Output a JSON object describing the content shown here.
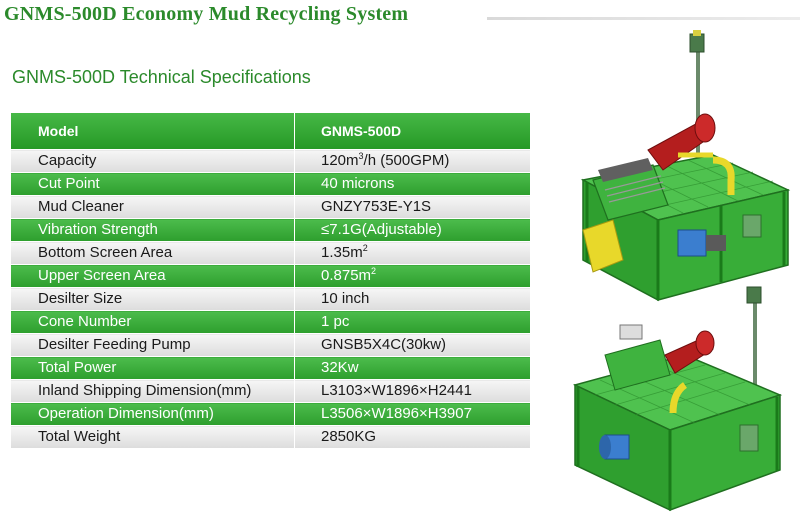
{
  "header": {
    "title": "GNMS-500D Economy Mud Recycling System",
    "subtitle": "GNMS-500D Technical Specifications"
  },
  "colors": {
    "brand_green": "#2b8a2b",
    "row_green": "#3aad3a",
    "row_grey": "#e8e8e8",
    "frame_green": "#1f8f1f",
    "tank_green": "#4fc24f",
    "hydrocyclone_red": "#b41e1e",
    "pipe_yellow": "#e8d82a",
    "motor_blue": "#3b7ecf"
  },
  "specs": {
    "header": {
      "label": "Model",
      "value": "GNMS-500D"
    },
    "rows": [
      {
        "label": "Capacity",
        "value": "120m",
        "sup": "3",
        "suffix": "/h (500GPM)"
      },
      {
        "label": "Cut Point",
        "value": "40 microns"
      },
      {
        "label": "Mud Cleaner",
        "value": "GNZY753E-Y1S"
      },
      {
        "label": "Vibration Strength",
        "value": "≤7.1G(Adjustable)"
      },
      {
        "label": "Bottom Screen Area",
        "value": "1.35m",
        "sup": "2"
      },
      {
        "label": "Upper Screen Area",
        "value": "0.875m",
        "sup": "2"
      },
      {
        "label": "Desilter Size",
        "value": "10 inch"
      },
      {
        "label": "Cone Number",
        "value": "1 pc"
      },
      {
        "label": "Desilter Feeding Pump",
        "value": "GNSB5X4C(30kw)"
      },
      {
        "label": "Total Power",
        "value": "32Kw"
      },
      {
        "label": "Inland Shipping Dimension(mm)",
        "value": "L3103×W1896×H2441"
      },
      {
        "label": "Operation Dimension(mm)",
        "value": "L3506×W1896×H3907"
      },
      {
        "label": "Total Weight",
        "value": "2850KG"
      }
    ]
  }
}
